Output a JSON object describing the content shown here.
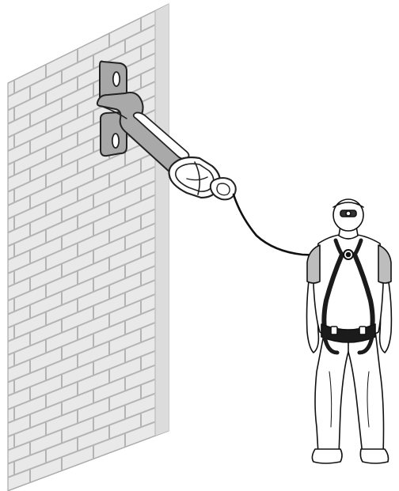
{
  "figure": {
    "components": [
      {
        "id": "wall",
        "icon": "brick-wall-icon"
      },
      {
        "id": "anchor",
        "icon": "wall-anchor-plate-icon"
      },
      {
        "id": "carabiner",
        "icon": "carabiner-icon"
      },
      {
        "id": "lanyard",
        "icon": "lanyard-rope-icon"
      },
      {
        "id": "worker",
        "icon": "worker-in-harness-icon"
      }
    ],
    "colors": {
      "wall_fill": "#e9e9e9",
      "brick_line": "#b4b4b4",
      "anchor_fill": "#a9a9a9",
      "metal_outline": "#222222",
      "rope": "#111111",
      "harness": "#1b1b1b",
      "sleeve": "#bdbdbd",
      "outline": "#111111",
      "background": "#ffffff"
    }
  }
}
